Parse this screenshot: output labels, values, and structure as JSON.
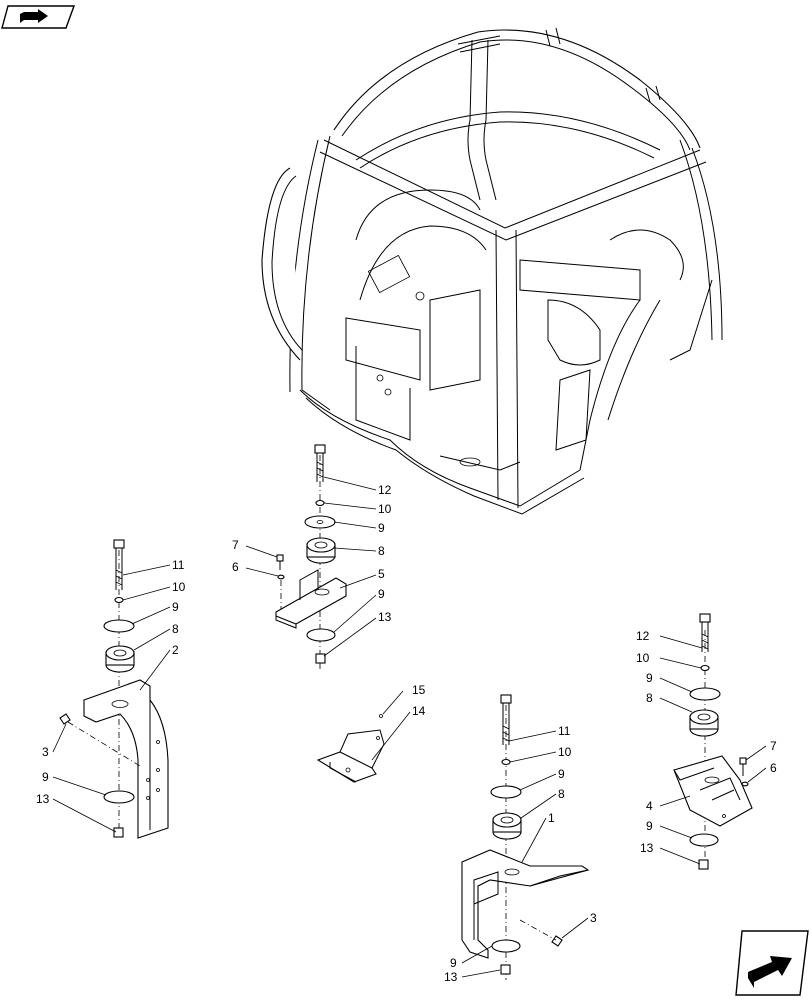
{
  "callouts": [
    {
      "id": "c12a",
      "text": "12"
    },
    {
      "id": "c10a",
      "text": "10"
    },
    {
      "id": "c9a",
      "text": "9"
    },
    {
      "id": "c7a",
      "text": "7"
    },
    {
      "id": "c8a",
      "text": "8"
    },
    {
      "id": "c6a",
      "text": "6"
    },
    {
      "id": "c5",
      "text": "5"
    },
    {
      "id": "c9b",
      "text": "9"
    },
    {
      "id": "c13a",
      "text": "13"
    },
    {
      "id": "c11a",
      "text": "11"
    },
    {
      "id": "c10b",
      "text": "10"
    },
    {
      "id": "c9c",
      "text": "9"
    },
    {
      "id": "c8b",
      "text": "8"
    },
    {
      "id": "c2",
      "text": "2"
    },
    {
      "id": "c3a",
      "text": "3"
    },
    {
      "id": "c9d",
      "text": "9"
    },
    {
      "id": "c13b",
      "text": "13"
    },
    {
      "id": "c15",
      "text": "15"
    },
    {
      "id": "c14",
      "text": "14"
    },
    {
      "id": "c11b",
      "text": "11"
    },
    {
      "id": "c10c",
      "text": "10"
    },
    {
      "id": "c9e",
      "text": "9"
    },
    {
      "id": "c8c",
      "text": "8"
    },
    {
      "id": "c1",
      "text": "1"
    },
    {
      "id": "c3b",
      "text": "3"
    },
    {
      "id": "c9f",
      "text": "9"
    },
    {
      "id": "c13c",
      "text": "13"
    },
    {
      "id": "c12b",
      "text": "12"
    },
    {
      "id": "c10d",
      "text": "10"
    },
    {
      "id": "c9g",
      "text": "9"
    },
    {
      "id": "c8d",
      "text": "8"
    },
    {
      "id": "c7b",
      "text": "7"
    },
    {
      "id": "c6b",
      "text": "6"
    },
    {
      "id": "c4",
      "text": "4"
    },
    {
      "id": "c9h",
      "text": "9"
    },
    {
      "id": "c13d",
      "text": "13"
    }
  ],
  "icons": {
    "top_left": "section-arrow-icon",
    "bottom_right": "next-page-arrow-icon"
  }
}
